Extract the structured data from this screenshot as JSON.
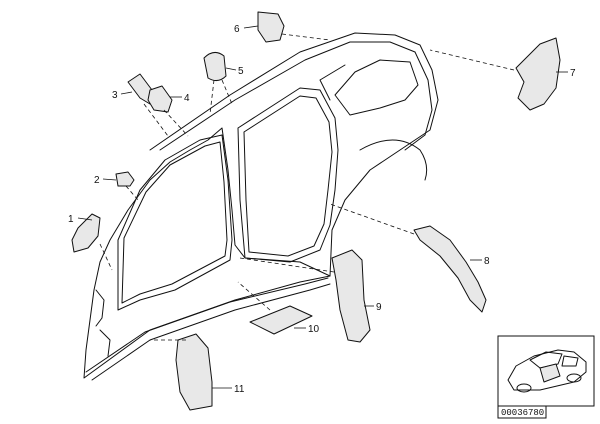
{
  "callouts": [
    {
      "id": "1",
      "label": "1"
    },
    {
      "id": "2",
      "label": "2"
    },
    {
      "id": "3",
      "label": "3"
    },
    {
      "id": "4",
      "label": "4"
    },
    {
      "id": "5",
      "label": "5"
    },
    {
      "id": "6",
      "label": "6"
    },
    {
      "id": "7",
      "label": "7"
    },
    {
      "id": "8",
      "label": "8"
    },
    {
      "id": "9",
      "label": "9"
    },
    {
      "id": "10",
      "label": "10"
    },
    {
      "id": "11",
      "label": "11"
    }
  ],
  "thumbnail": {
    "document_number": "00036780"
  }
}
